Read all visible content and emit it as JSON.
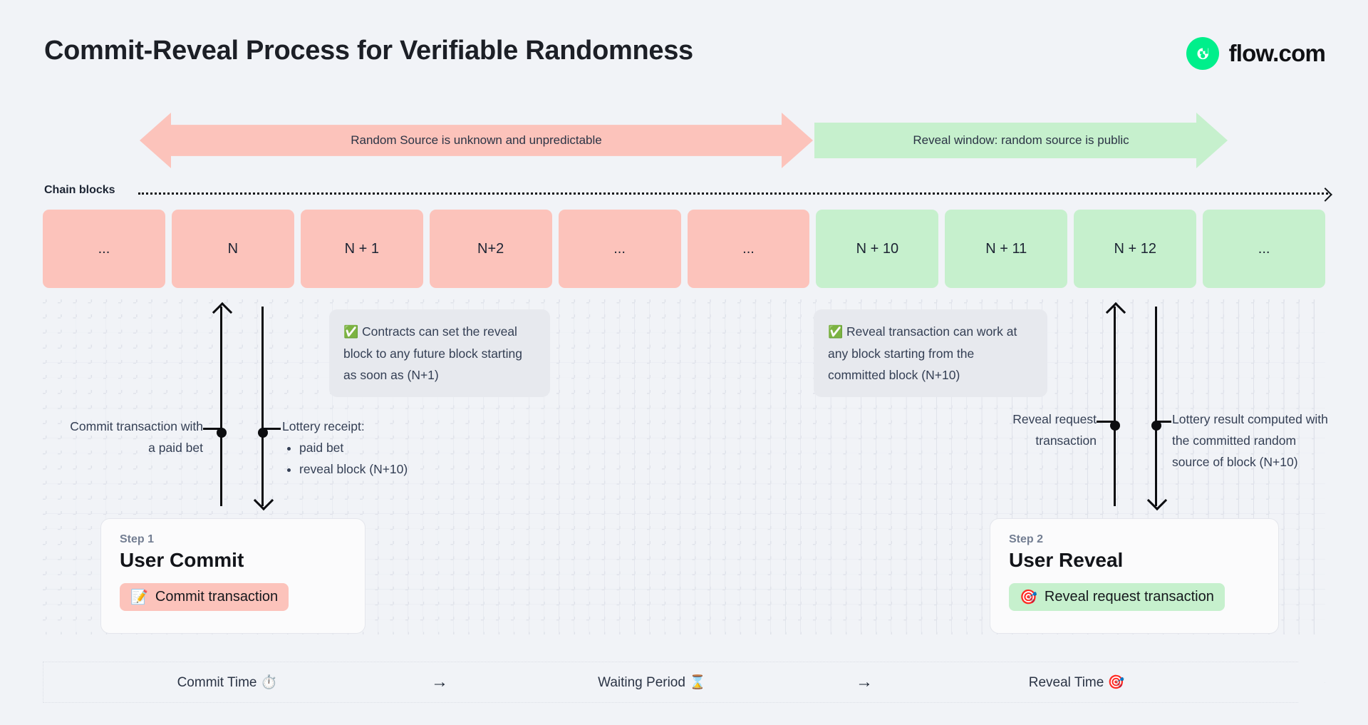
{
  "header": {
    "title": "Commit-Reveal Process for Verifiable Randomness",
    "brand_name": "flow.com",
    "brand_color": "#00ef8b"
  },
  "phases": [
    {
      "label": "Random Source is unknown and unpredictable",
      "color": "#fcc3bb",
      "arrow": "double"
    },
    {
      "label": "Reveal window: random source is public",
      "color": "#c6f0cd",
      "arrow": "right"
    }
  ],
  "chain": {
    "label": "Chain blocks",
    "blocks": [
      {
        "label": "...",
        "state": "pink"
      },
      {
        "label": "N",
        "state": "pink"
      },
      {
        "label": "N + 1",
        "state": "pink"
      },
      {
        "label": "N+2",
        "state": "pink"
      },
      {
        "label": "...",
        "state": "pink"
      },
      {
        "label": "...",
        "state": "pink"
      },
      {
        "label": "N + 10",
        "state": "green"
      },
      {
        "label": "N + 11",
        "state": "green"
      },
      {
        "label": "N + 12",
        "state": "green"
      },
      {
        "label": "...",
        "state": "green"
      }
    ]
  },
  "notes": [
    {
      "icon": "check-mark-button",
      "text": "Contracts can set the reveal block to any future block starting as soon as (N+1)"
    },
    {
      "icon": "check-mark-button",
      "text": "Reveal transaction can work at any block starting from the committed block (N+10)"
    }
  ],
  "annotations": {
    "commit": "Commit transaction with a paid bet",
    "receipt_title": "Lottery receipt:",
    "receipt_items": [
      "paid bet",
      "reveal block (N+10)"
    ],
    "reveal_request": "Reveal request transaction",
    "lottery_result": "Lottery result computed with the committed random source of block (N+10)"
  },
  "steps": [
    {
      "kicker": "Step 1",
      "title": "User Commit",
      "pill_label": "Commit transaction",
      "pill_icon": "memo",
      "pill_color": "#fcc3bb"
    },
    {
      "kicker": "Step 2",
      "title": "User Reveal",
      "pill_label": "Reveal request transaction",
      "pill_icon": "direct-hit",
      "pill_color": "#c6f0cd"
    }
  ],
  "timeline": {
    "items": [
      "Commit Time ⏱️",
      "Waiting Period ⌛",
      "Reveal Time 🎯"
    ],
    "separator": "→"
  }
}
